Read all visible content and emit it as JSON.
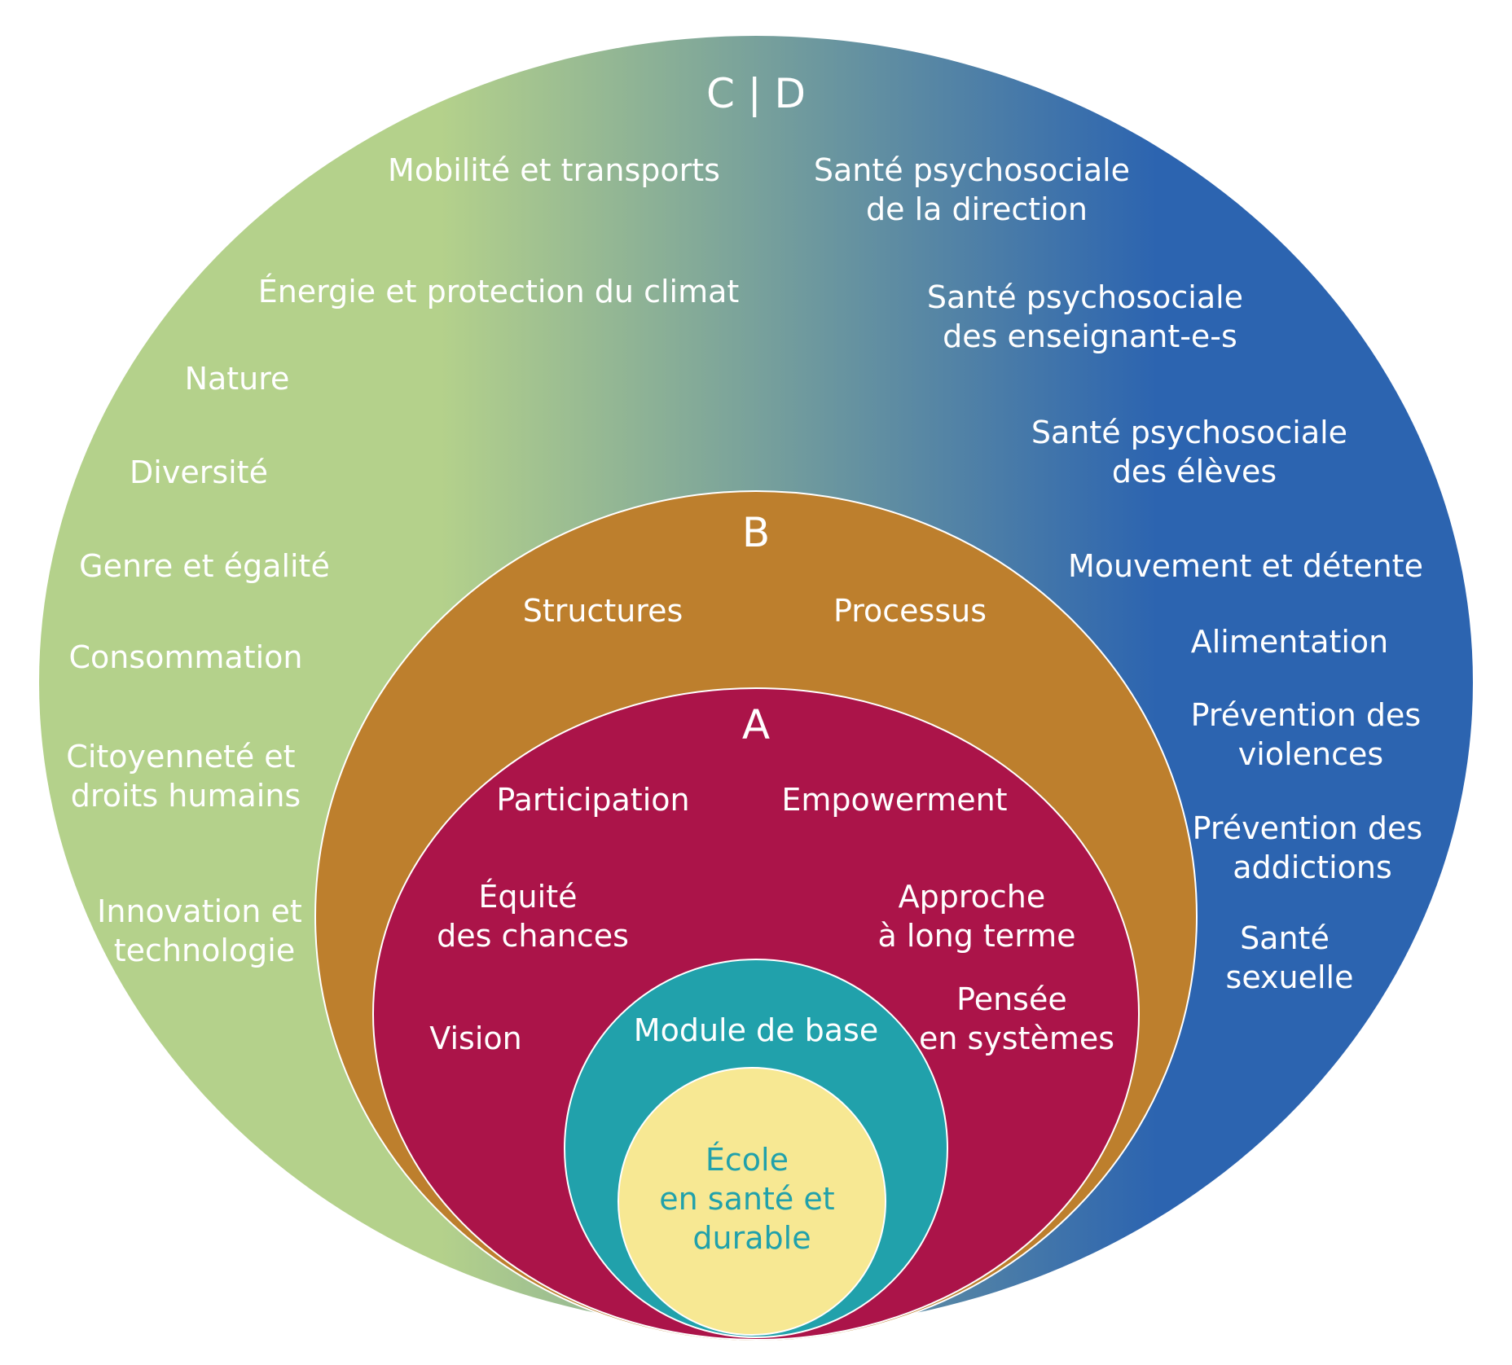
{
  "colors": {
    "outer_left": "#b4d18b",
    "outer_right": "#2c64b0",
    "ring_b": "#bd7f2d",
    "ring_a": "#ab1449",
    "module": "#21a1ab",
    "school": "#f7e893",
    "label": "#ffffff"
  },
  "outer": {
    "heading": "C | D",
    "topics": [
      {
        "lines": [
          "Mobilité et transports"
        ]
      },
      {
        "lines": [
          "Énergie et protection du climat"
        ]
      },
      {
        "lines": [
          "Nature"
        ]
      },
      {
        "lines": [
          "Diversité"
        ]
      },
      {
        "lines": [
          "Genre et égalité"
        ]
      },
      {
        "lines": [
          "Consommation"
        ]
      },
      {
        "lines": [
          "Citoyenneté et",
          "droits humains"
        ]
      },
      {
        "lines": [
          "Innovation et",
          "technologie"
        ]
      },
      {
        "lines": [
          "Santé psychosociale",
          "de la direction"
        ]
      },
      {
        "lines": [
          "Santé psychosociale",
          "des enseignant-e-s"
        ]
      },
      {
        "lines": [
          "Santé psychosociale",
          "des élèves"
        ]
      },
      {
        "lines": [
          "Mouvement et détente"
        ]
      },
      {
        "lines": [
          "Alimentation"
        ]
      },
      {
        "lines": [
          "Prévention des",
          "violences"
        ]
      },
      {
        "lines": [
          "Prévention des",
          "addictions"
        ]
      },
      {
        "lines": [
          "Santé",
          "sexuelle"
        ]
      }
    ]
  },
  "ring_b": {
    "heading": "B",
    "items": [
      {
        "lines": [
          "Structures"
        ]
      },
      {
        "lines": [
          "Processus"
        ]
      }
    ]
  },
  "ring_a": {
    "heading": "A",
    "items": [
      {
        "lines": [
          "Participation"
        ]
      },
      {
        "lines": [
          "Empowerment"
        ]
      },
      {
        "lines": [
          "Équité",
          "des chances"
        ]
      },
      {
        "lines": [
          "Approche",
          "à long terme"
        ]
      },
      {
        "lines": [
          "Vision"
        ]
      },
      {
        "lines": [
          "Pensée",
          "en systèmes"
        ]
      }
    ]
  },
  "module": {
    "label": "Module de base"
  },
  "school": {
    "lines": [
      "École",
      "en santé et",
      "durable"
    ]
  }
}
